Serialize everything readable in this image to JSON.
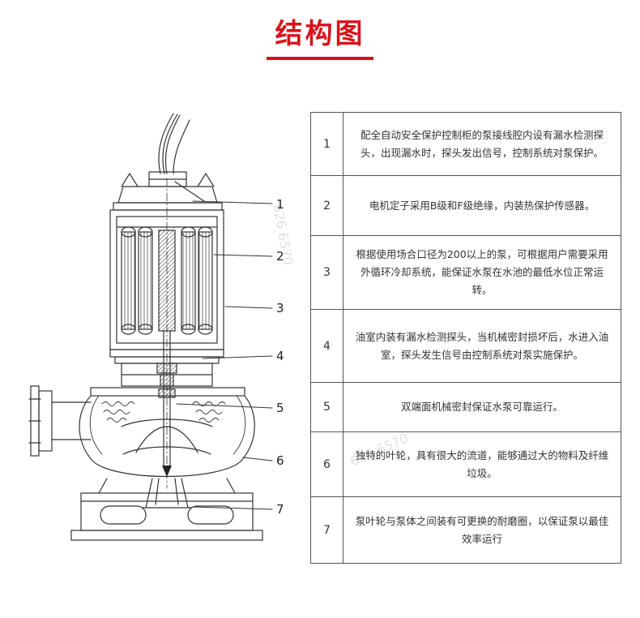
{
  "page": {
    "title": "结构图"
  },
  "colors": {
    "accent": "#d8121a",
    "table_border": "#555555",
    "text": "#333333"
  },
  "diagram": {
    "description": "submersible-sewage-pump-cross-section",
    "callouts": [
      "1",
      "2",
      "3",
      "4",
      "5",
      "6",
      "7"
    ],
    "watermark": "626 6570"
  },
  "table": {
    "rows": [
      {
        "no": "1",
        "text": "配全自动安全保护控制柜的泵接线腔内设有漏水检测探头，出现漏水时，探头发出信号，控制系统对泵保护。"
      },
      {
        "no": "2",
        "text": "电机定子采用B级和F级绝缘，内装热保护传感器。"
      },
      {
        "no": "3",
        "text": "根据使用场合口径为200以上的泵，可根据用户需要采用外循环冷却系统，能保证水泵在水池的最低水位正常运转。"
      },
      {
        "no": "4",
        "text": "油室内装有漏水检测探头，当机械密封损坏后，水进入油室，探头发生信号由控制系统对泵实施保护。"
      },
      {
        "no": "5",
        "text": "双端面机械密封保证水泵可靠运行。"
      },
      {
        "no": "6",
        "text": "独特的叶轮，具有很大的流道，能够通过大的物料及纤维垃圾。"
      },
      {
        "no": "7",
        "text": "泵叶轮与泵体之间装有可更换的耐磨圈，以保证泵以最佳效率运行"
      }
    ]
  }
}
